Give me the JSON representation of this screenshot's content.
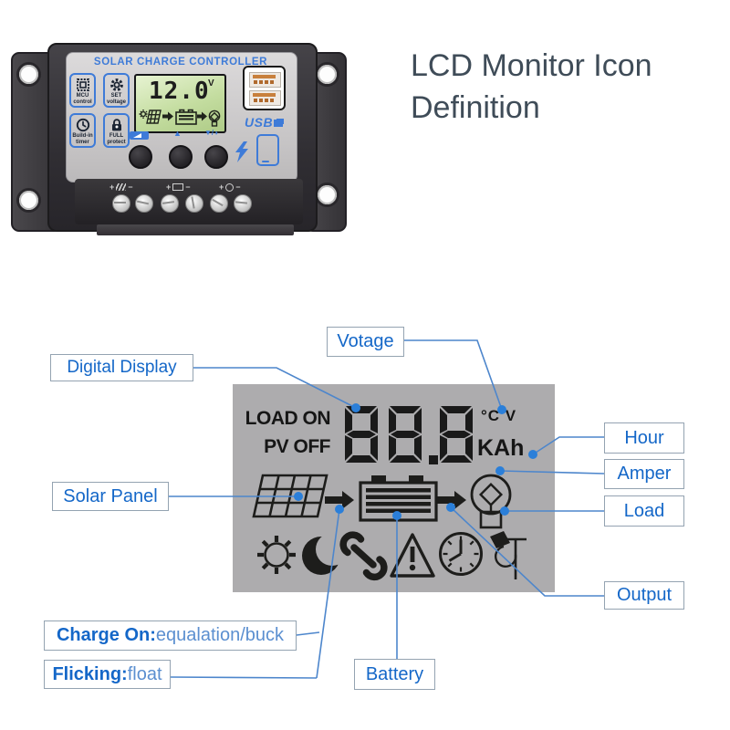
{
  "headline": {
    "text": "LCD Monitor Icon Definition"
  },
  "device": {
    "title": "SOLAR CHARGE CONTROLLER",
    "features": [
      {
        "icon": "chip-icon",
        "line1": "MCU",
        "line2": "control"
      },
      {
        "icon": "gear-icon",
        "line1": "SET",
        "line2": "voltage"
      },
      {
        "icon": "clock-icon",
        "line1": "Build-in",
        "line2": "timer"
      },
      {
        "icon": "lock-icon",
        "line1": "FULL",
        "line2": "protect"
      }
    ],
    "lcd": {
      "value": "12.0",
      "unit": "V"
    },
    "buttons": {
      "up_symbol": "▲",
      "down_symbol": "▼/◑"
    },
    "usb_label": "USB",
    "terminals": [
      {
        "plus": "+",
        "minus": "−",
        "icon": "solar-terminal-icon"
      },
      {
        "plus": "+",
        "minus": "−",
        "icon": "battery-terminal-icon"
      },
      {
        "plus": "+",
        "minus": "−",
        "icon": "load-terminal-icon"
      }
    ]
  },
  "diagram": {
    "lcd": {
      "load_on": "LOAD ON",
      "pv_off": "PV OFF",
      "value": "88.8",
      "unit_top": "°C V",
      "unit_bottom": "KAh"
    },
    "callouts": {
      "votage": "Votage",
      "digital_display": "Digital Display",
      "hour": "Hour",
      "amper": "Amper",
      "load": "Load",
      "output": "Output",
      "solar_panel": "Solar Panel",
      "charge_on_bold": "Charge On:",
      "charge_on_rest": "equalation/buck",
      "flicking_bold": "Flicking:",
      "flicking_rest": "float",
      "battery": "Battery"
    }
  },
  "colors": {
    "accent_blue": "#1467c8",
    "line_blue": "#4d86cc",
    "device_blue": "#3e7bd8",
    "lcd_gray": "#adacae",
    "icon_black": "#1d1d1b",
    "headline": "#3f4c58",
    "lcd_green": "#cfe6ae"
  }
}
